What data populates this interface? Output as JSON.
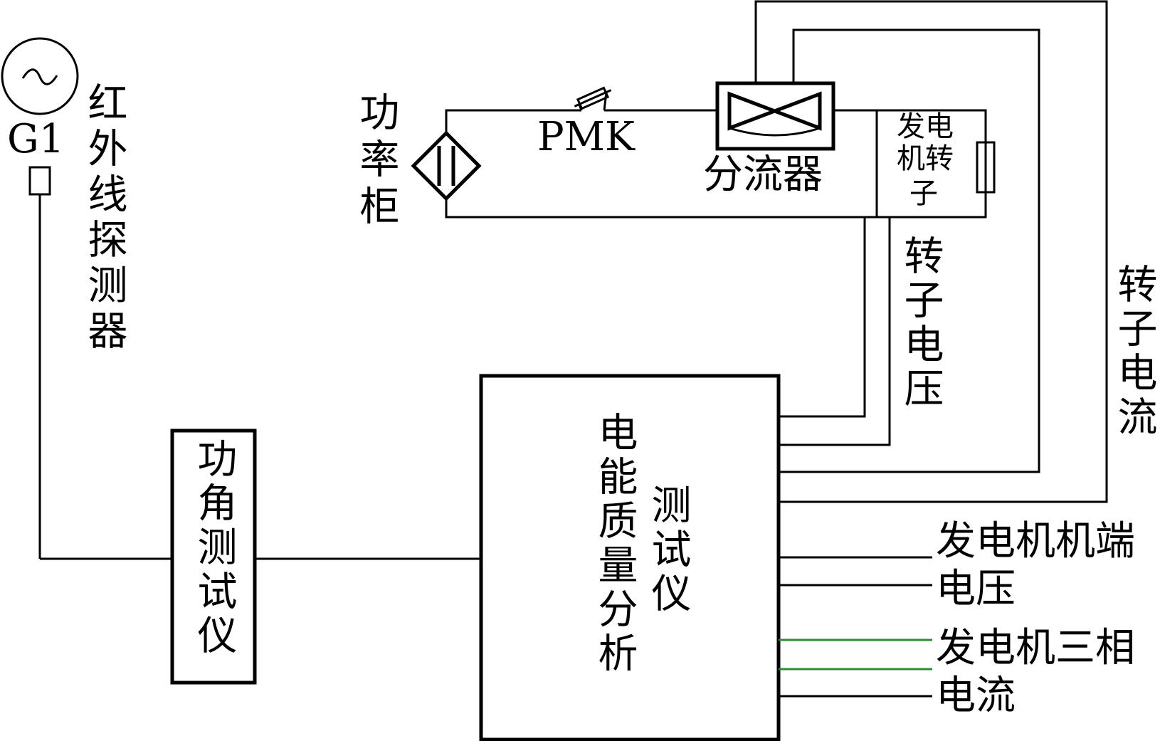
{
  "labels": {
    "generator": "G1",
    "infrared_probe": "红外线探测器",
    "power_cabinet": "功率柜",
    "pmk": "PMK",
    "shunt": "分流器",
    "generator_rotor_line1": "发电",
    "generator_rotor_line2": "机转",
    "generator_rotor_line3": "子",
    "rotor_voltage": "转子电压",
    "rotor_current": "转子电流",
    "power_angle_tester": "功角测试仪",
    "analyzer_left": "电能质量分析",
    "analyzer_right": "测试仪",
    "terminal_voltage_line1": "发电机机端",
    "terminal_voltage_line2": "电压",
    "three_phase_current_line1": "发电机三相",
    "three_phase_current_line2": "电流"
  },
  "colors": {
    "line": "#000000",
    "green_wire": "#2e8b2e"
  }
}
